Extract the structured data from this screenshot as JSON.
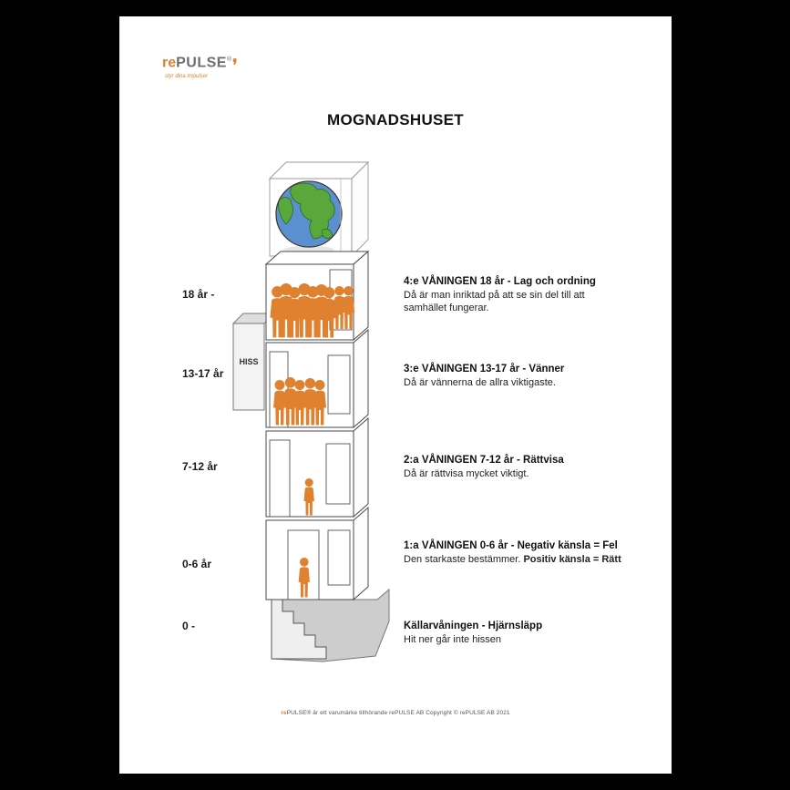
{
  "page": {
    "title": "MOGNADSHUSET"
  },
  "logo": {
    "re": "re",
    "pulse": "PULSE",
    "registered": "®",
    "swoosh": "❜",
    "tagline": "styr dina impulser"
  },
  "diagram": {
    "elevator_label": "HISS",
    "age_labels": [
      "18 år -",
      "13-17 år",
      "7-12 år",
      "0-6 år",
      "0 -"
    ],
    "icons": {
      "globe": "globe-earth",
      "person": "person-silhouette",
      "stairs": "basement-stairs",
      "swoosh": "logo-comma-swoosh"
    }
  },
  "floors": [
    {
      "heading": "4:e VÅNINGEN 18 år - Lag och ordning",
      "body": "Då är man inriktad på att se sin del till att samhället fungerar."
    },
    {
      "heading": "3:e VÅNINGEN 13-17 år - Vänner",
      "body": "Då är vännerna de allra viktigaste."
    },
    {
      "heading": "2:a VÅNINGEN 7-12 år - Rättvisa",
      "body": "Då är rättvisa mycket viktigt."
    },
    {
      "heading": "1:a VÅNINGEN 0-6 år - Negativ känsla = Fel",
      "body_regular": "Den starkaste bestämmer. ",
      "body_bold": "Positiv känsla  = Rätt"
    },
    {
      "heading": "Källarvåningen - Hjärnsläpp",
      "body": "Hit ner går inte hissen"
    }
  ],
  "footer": {
    "re": "re",
    "rest": "PULSE® är ett varumärke tillhörande rePULSE AB Copyright © rePULSE AB 2021"
  },
  "colors": {
    "accent_orange": "#E0812F",
    "page_background": "#ffffff",
    "canvas_background": "#000000"
  }
}
